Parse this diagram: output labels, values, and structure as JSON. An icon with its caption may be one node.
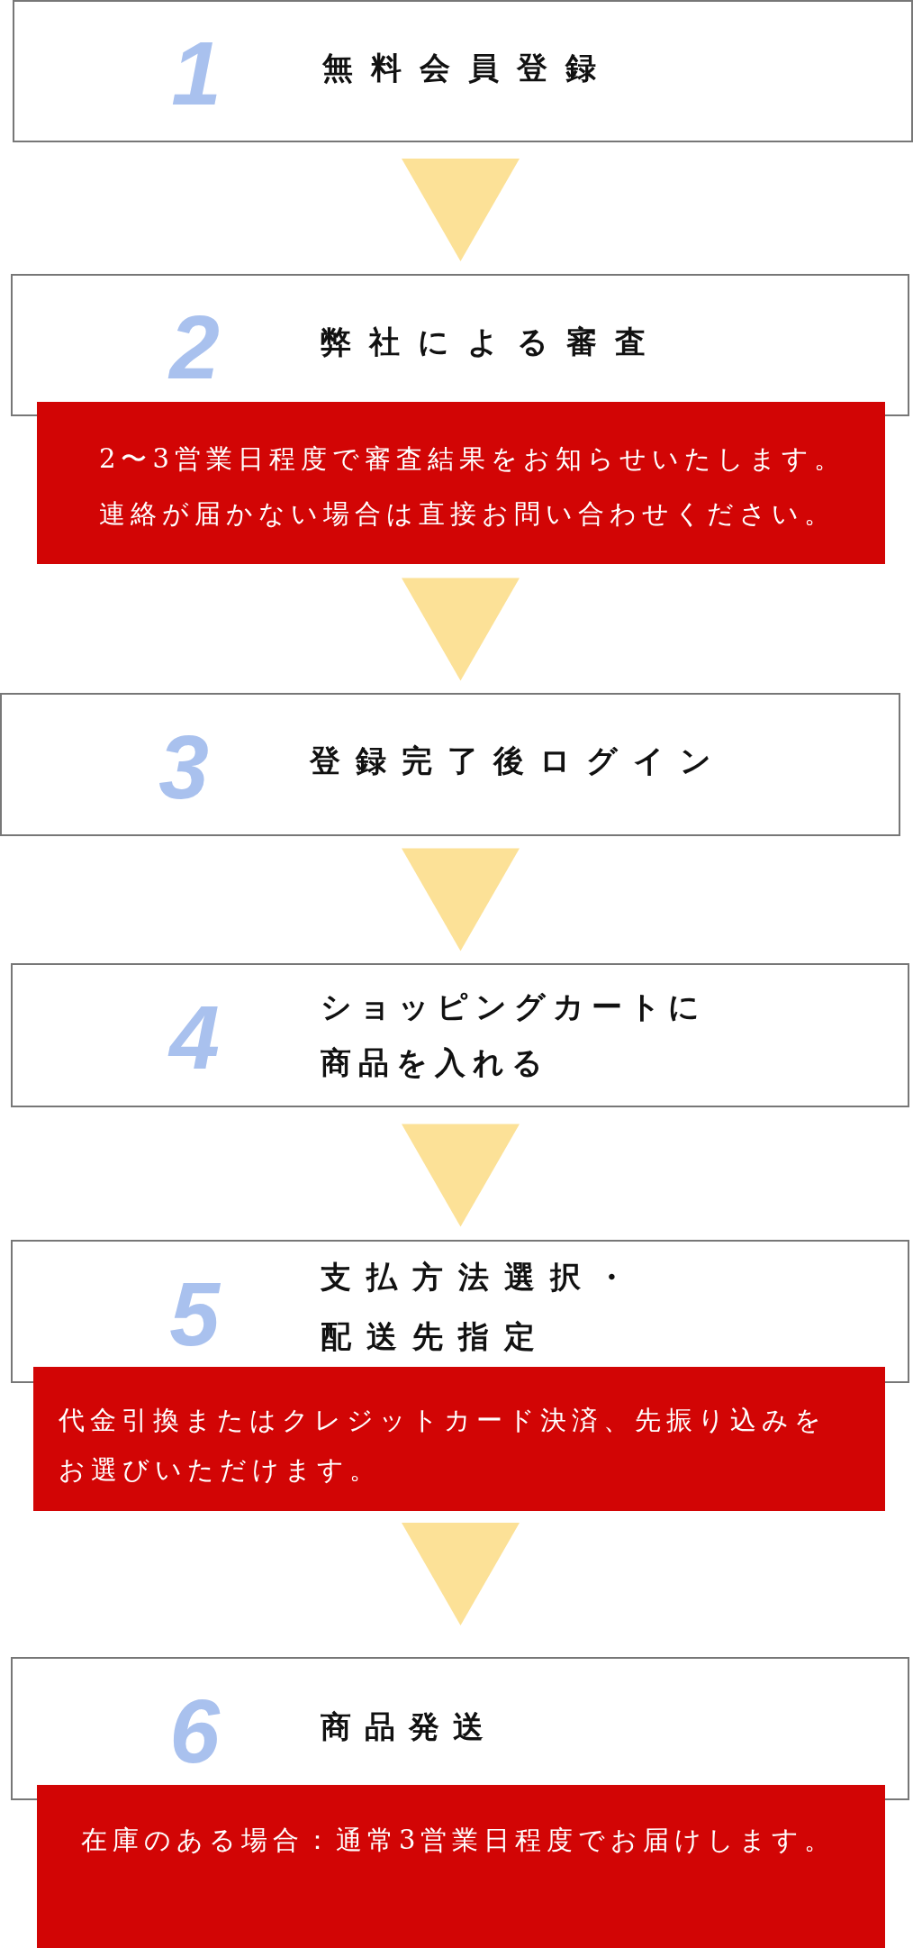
{
  "diagram": {
    "nodes": [
      {
        "text": [
          "1",
          "無料会員登録"
        ]
      },
      {
        "text": [
          "2",
          "弊社による審査"
        ]
      },
      {
        "text": [
          "2〜3営業日程度で審査結果をお知らせいたします。",
          "連絡が届かない場合は直接お問い合わせください。"
        ]
      },
      {
        "text": [
          "3",
          "登録完了後ログイン"
        ]
      },
      {
        "text": [
          "4",
          "ショッピングカートに商品を入れる"
        ]
      },
      {
        "text": [
          "5",
          "支払方法選択・配送先指定"
        ]
      },
      {
        "text": [
          "代金引換またはクレジットカード決済、先振り込みをお選びいただけます。"
        ]
      },
      {
        "text": [
          "6",
          "商品発送"
        ]
      },
      {
        "text": [
          "在庫のある場合：通常3営業日程度でお届けします。"
        ]
      }
    ],
    "edges": [
      {
        "from": 0,
        "to": 1,
        "arrow": "to"
      },
      {
        "from": 2,
        "to": 3,
        "arrow": "to"
      },
      {
        "from": 3,
        "to": 4,
        "arrow": "to"
      },
      {
        "from": 4,
        "to": 5,
        "arrow": "to"
      },
      {
        "from": 6,
        "to": 7,
        "arrow": "to"
      }
    ]
  }
}
